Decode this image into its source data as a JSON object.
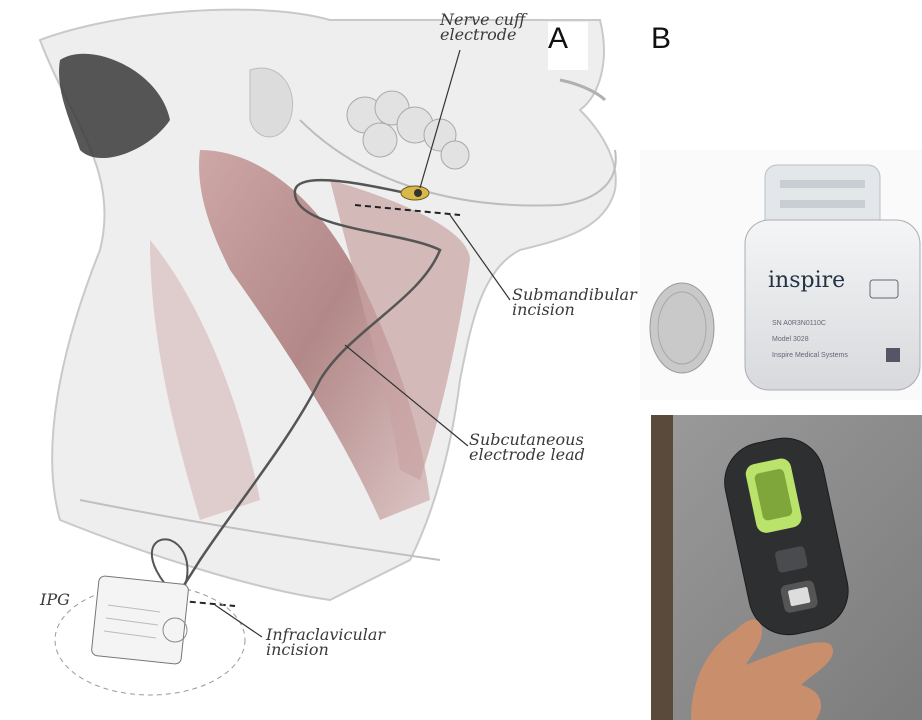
{
  "panels": {
    "a": "A",
    "b": "B"
  },
  "callouts": {
    "nerve_cuff": "Nerve cuff\nelectrode",
    "submandibular": "Submandibular\nincision",
    "subcutaneous": "Subcutaneous\nelectrode lead",
    "ipg": "IPG",
    "infraclavicular": "Infraclavicular\nincision"
  },
  "device": {
    "brand": "inspire",
    "serial": "SN A0R3N0110C",
    "model": "Model 3028",
    "maker": "Inspire Medical Systems"
  },
  "colors": {
    "muscle": "#b98a8a",
    "skin": "#ececec",
    "lead": "#555555",
    "remote_accent": "#b9e36a"
  }
}
